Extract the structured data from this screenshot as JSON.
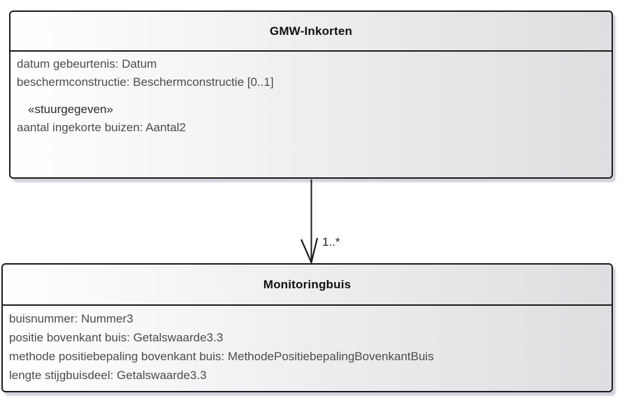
{
  "diagram": {
    "classes": [
      {
        "name": "GMW-Inkorten",
        "attributes": [
          "datum gebeurtenis: Datum",
          "beschermconstructie: Beschermconstructie [0..1]"
        ],
        "stereotype": "«stuurgegeven»",
        "stereotyped_attributes": [
          "aantal ingekorte buizen: Aantal2"
        ]
      },
      {
        "name": "Monitoringbuis",
        "attributes": [
          "buisnummer: Nummer3",
          "positie bovenkant buis: Getalswaarde3.3",
          "methode positiebepaling bovenkant buis: MethodePositiebepalingBovenkantBuis",
          "lengte stijgbuisdeel: Getalswaarde3.3"
        ]
      }
    ],
    "connector": {
      "type": "directed-association",
      "target_multiplicity": "1..*"
    },
    "colors": {
      "box_border": "#1c1c1c",
      "box_fill_start": "#ffffff",
      "box_fill_end": "#dedee1",
      "box_shadow": "#d2d2dc",
      "attribute_text": "#4c4c4c",
      "title_text": "#111111"
    }
  }
}
